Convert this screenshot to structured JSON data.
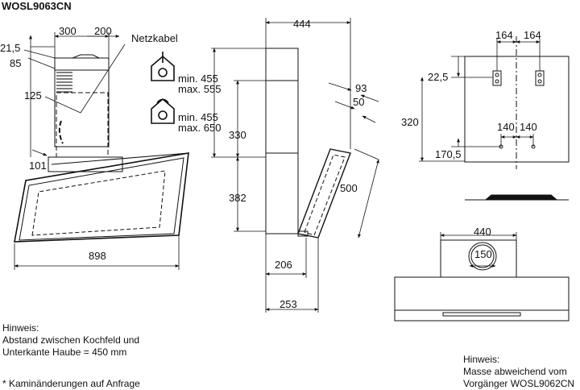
{
  "title": "WOSL9063CN",
  "notes": {
    "left_heading": "Hinweis:",
    "left_line1": "Abstand zwischen Kochfeld und",
    "left_line2": "Unterkante Haube = 450 mm",
    "left_footnote": "* Kaminänderungen auf Anfrage",
    "right_heading": "Hinweis:",
    "right_line1": "Masse abweichend vom",
    "right_line2": "Vorgänger WOSL9062CN"
  },
  "front_view": {
    "netzkabel": "Netzkabel",
    "dim_300": "300",
    "dim_200": "200",
    "dim_21_5": "21,5",
    "dim_85": "85",
    "dim_125": "125",
    "dim_101": "101",
    "dim_898": "898",
    "extraction_min": "min. 455",
    "extraction_max": "max. 555",
    "recirc_min": "min. 455",
    "recirc_max": "max. 650"
  },
  "side_view": {
    "dim_444": "444",
    "dim_330": "330",
    "dim_382": "382",
    "dim_93": "93",
    "dim_50": "50",
    "dim_500": "500",
    "dim_206": "206",
    "dim_253": "253"
  },
  "rear_view": {
    "dim_164_left": "164",
    "dim_164_right": "164",
    "dim_22_5": "22,5",
    "dim_320": "320",
    "dim_140_left": "140",
    "dim_140_right": "140",
    "dim_170_5": "170,5"
  },
  "top_view": {
    "dim_440": "440",
    "dim_150": "150"
  },
  "icons": {
    "extraction": "house-extraction-icon",
    "recirculation": "house-recirculation-icon"
  }
}
